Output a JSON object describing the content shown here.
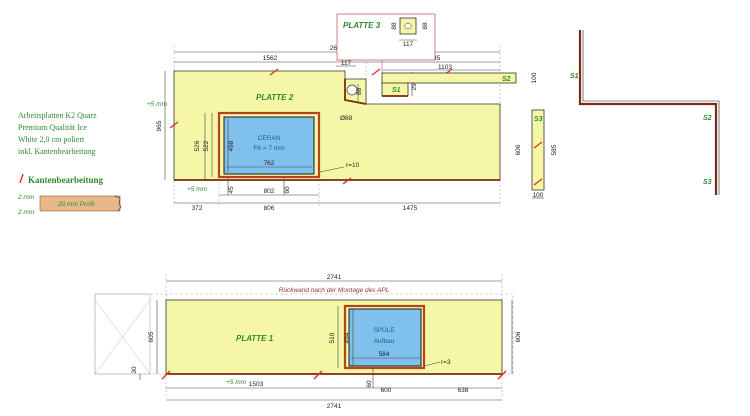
{
  "legend": {
    "lines": [
      "Arbeitsplatten K2 Quarz",
      "Premium Qualität Ice",
      "White 2,0 cm poliert",
      "inkl. Kantenbearbeitung"
    ],
    "edge_title": "Kantenbearbeitung",
    "profile_label": "20 mm Profil",
    "mm_top": "2 mm",
    "mm_bottom": "2 mm"
  },
  "plates": {
    "p1": "PLATTE 1",
    "p2": "PLATTE 2",
    "p3": "PLATTE 3"
  },
  "sides": {
    "s1": "S1",
    "s2": "S2",
    "s3": "S3"
  },
  "cutouts": {
    "ceran_label": "CERAN",
    "ceran_sub": "F6 = 7 mm",
    "spuele_label": "SPÜLE",
    "spuele_sub": "Aufbau"
  },
  "notes": {
    "rueckwand": "Rückwand nach der Montage des APL",
    "plus5_top": "+5 mm",
    "plus5_mid": "+5 mm",
    "plus5_bottom": "+5 mm",
    "r10": "r=10",
    "r3": "r=3",
    "hole": "Ø88"
  },
  "dims": {
    "d2647": "2647",
    "d1562": "1562",
    "d1085": "1085",
    "d1103": "1103",
    "d117a": "117",
    "d117b": "117",
    "d88a": "88",
    "d88b": "88",
    "d88c": "88",
    "d965": "965",
    "d526": "526",
    "d522": "522",
    "d498": "498",
    "d762": "762",
    "d45": "45",
    "d60a": "60",
    "d802": "802",
    "d372": "372",
    "d806": "806",
    "d1475": "1475",
    "d297": "297",
    "d100a": "100",
    "d100b": "100",
    "d606a": "606",
    "d585": "585",
    "d2741a": "2741",
    "d2741b": "2741",
    "d605": "605",
    "d510": "510",
    "d494": "494",
    "d584": "584",
    "d30": "30",
    "d60b": "60",
    "d1503": "1503",
    "d600": "600",
    "d638": "638",
    "d606b": "606"
  }
}
